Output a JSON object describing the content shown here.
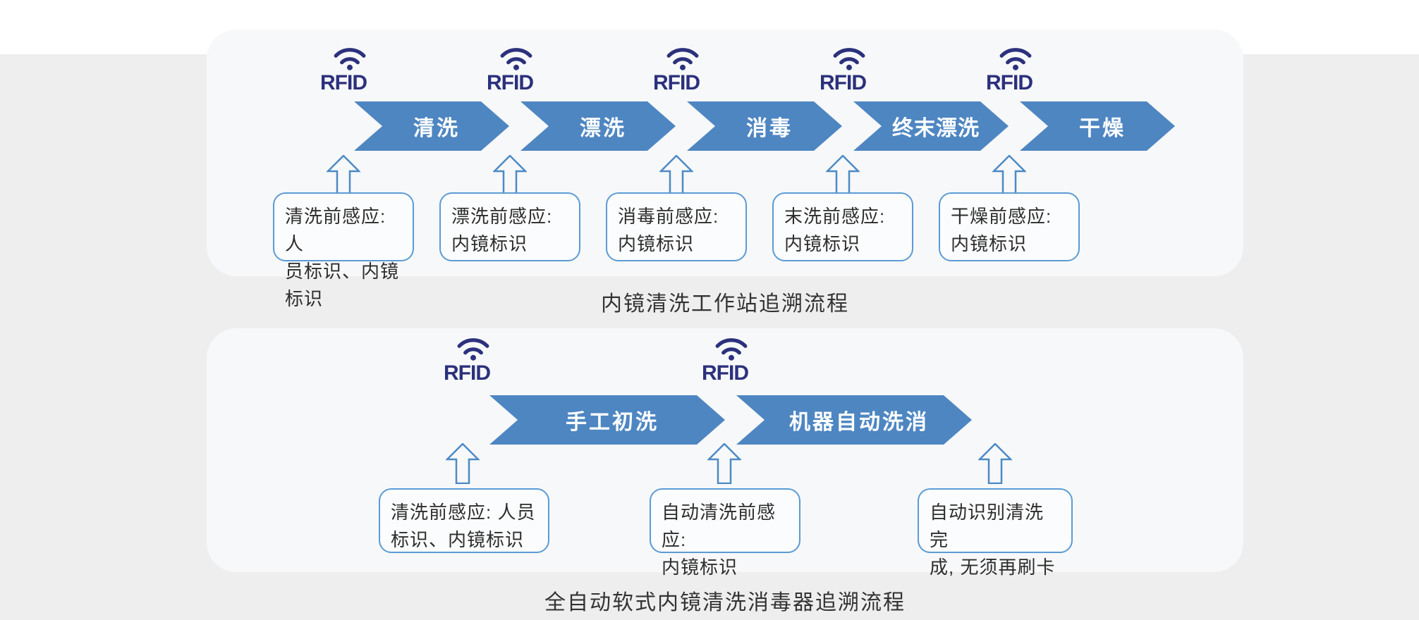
{
  "rfid_label": "RFID",
  "colors": {
    "chevron_blue": "#4e86c2",
    "rfid_navy": "#2b317c",
    "box_border_blue": "#5b9bd5",
    "panel_bg": "#f7f8f9",
    "page_gray": "#eeeeef"
  },
  "workstation_flow": {
    "caption": "内镜清洗工作站追溯流程",
    "steps": [
      {
        "label": "清洗",
        "note": "清洗前感应: 人\n员标识、内镜标识"
      },
      {
        "label": "漂洗",
        "note": "漂洗前感应:\n内镜标识"
      },
      {
        "label": "消毒",
        "note": "消毒前感应:\n内镜标识"
      },
      {
        "label": "终末漂洗",
        "note": "末洗前感应:\n内镜标识"
      },
      {
        "label": "干燥",
        "note": "干燥前感应:\n内镜标识"
      }
    ]
  },
  "machine_flow": {
    "caption": "全自动软式内镜清洗消毒器追溯流程",
    "steps": [
      {
        "label": "手工初洗"
      },
      {
        "label": "机器自动洗消"
      }
    ],
    "notes": [
      "清洗前感应: 人员\n标识、内镜标识",
      "自动清洗前感应:\n内镜标识",
      "自动识别清洗完\n成, 无须再刷卡"
    ]
  }
}
